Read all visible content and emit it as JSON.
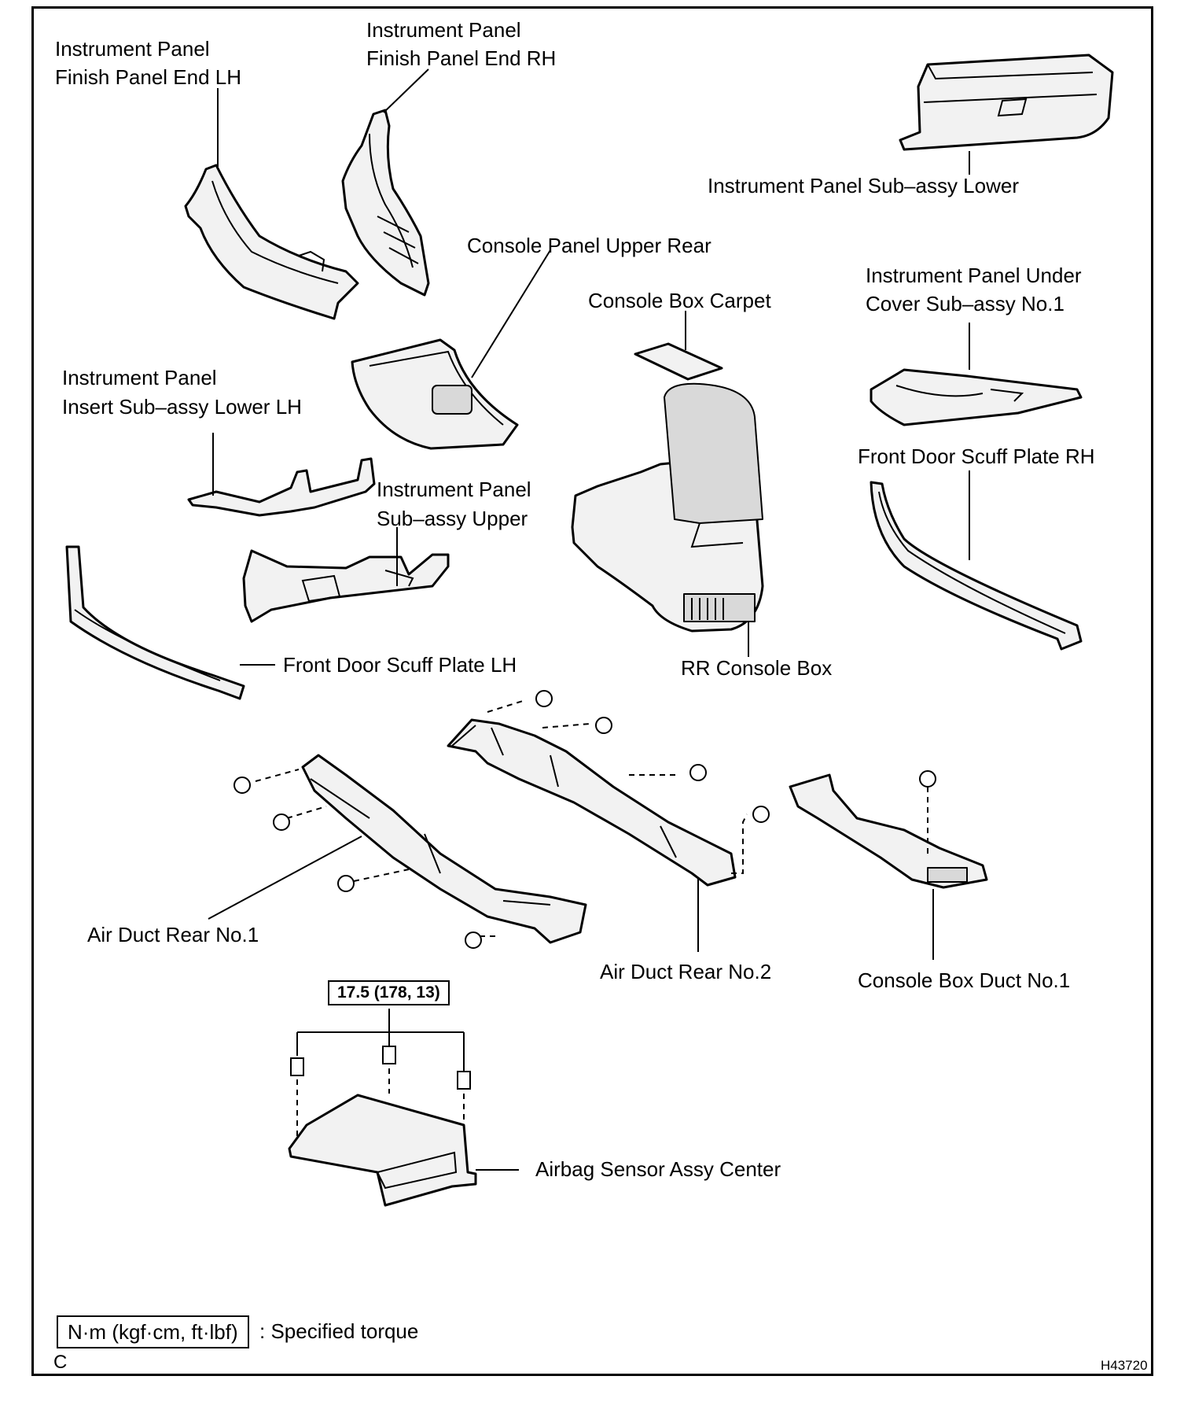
{
  "labels": {
    "finish_end_lh_line1": "Instrument Panel",
    "finish_end_lh_line2": "Finish Panel End LH",
    "finish_end_rh_line1": "Instrument Panel",
    "finish_end_rh_line2": "Finish Panel End RH",
    "sub_assy_lower": "Instrument Panel Sub–assy Lower",
    "console_upper_rear": "Console Panel Upper Rear",
    "console_box_carpet": "Console Box Carpet",
    "under_cover_line1": "Instrument Panel Under",
    "under_cover_line2": "Cover Sub–assy No.1",
    "insert_lower_lh_line1": "Instrument Panel",
    "insert_lower_lh_line2": "Insert Sub–assy Lower LH",
    "scuff_rh": "Front Door Scuff Plate RH",
    "sub_assy_upper_line1": "Instrument Panel",
    "sub_assy_upper_line2": "Sub–assy Upper",
    "scuff_lh": "Front Door Scuff Plate LH",
    "rr_console_box": "RR Console Box",
    "air_duct_rear_1": "Air Duct Rear No.1",
    "air_duct_rear_2": "Air Duct Rear No.2",
    "console_box_duct_1": "Console Box Duct No.1",
    "airbag_sensor": "Airbag Sensor Assy Center"
  },
  "torque_spec": "17.5 (178, 13)",
  "legend": {
    "box": "N·m (kgf·cm, ft·lbf)",
    "text": ": Specified torque"
  },
  "footer": {
    "letter": "C",
    "code": "H43720"
  }
}
